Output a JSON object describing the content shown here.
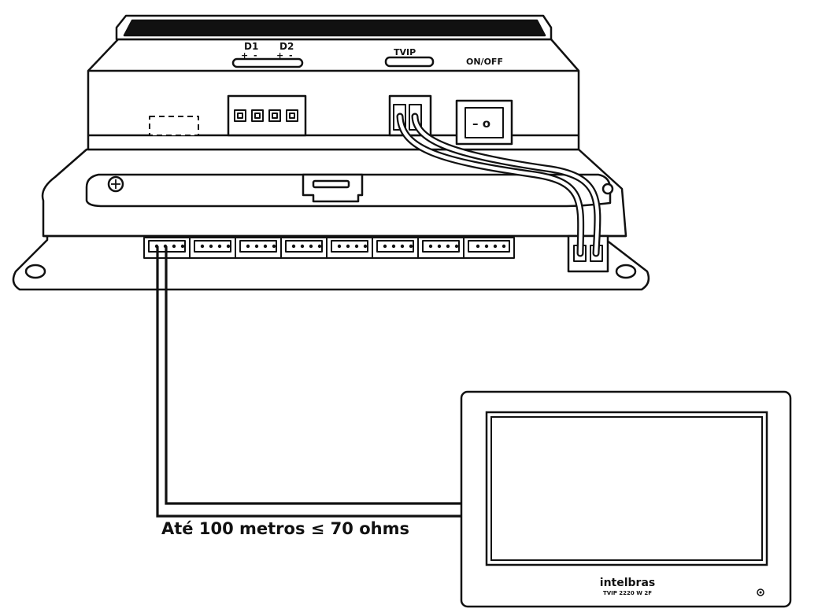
{
  "controller": {
    "terminal_d1": "D1",
    "terminal_d2": "D2",
    "plus": "+",
    "minus": "-",
    "tvip_label": "TVIP",
    "power_label": "ON/OFF",
    "switch_symbols": "– o"
  },
  "monitor": {
    "brand": "intelbras",
    "model": "TVIP 2220 W 2F"
  },
  "cable_note": "Até 100 metros ≤ 70 ohms",
  "colors": {
    "line": "#111111",
    "fill": "#ffffff",
    "background": "#ffffff"
  }
}
